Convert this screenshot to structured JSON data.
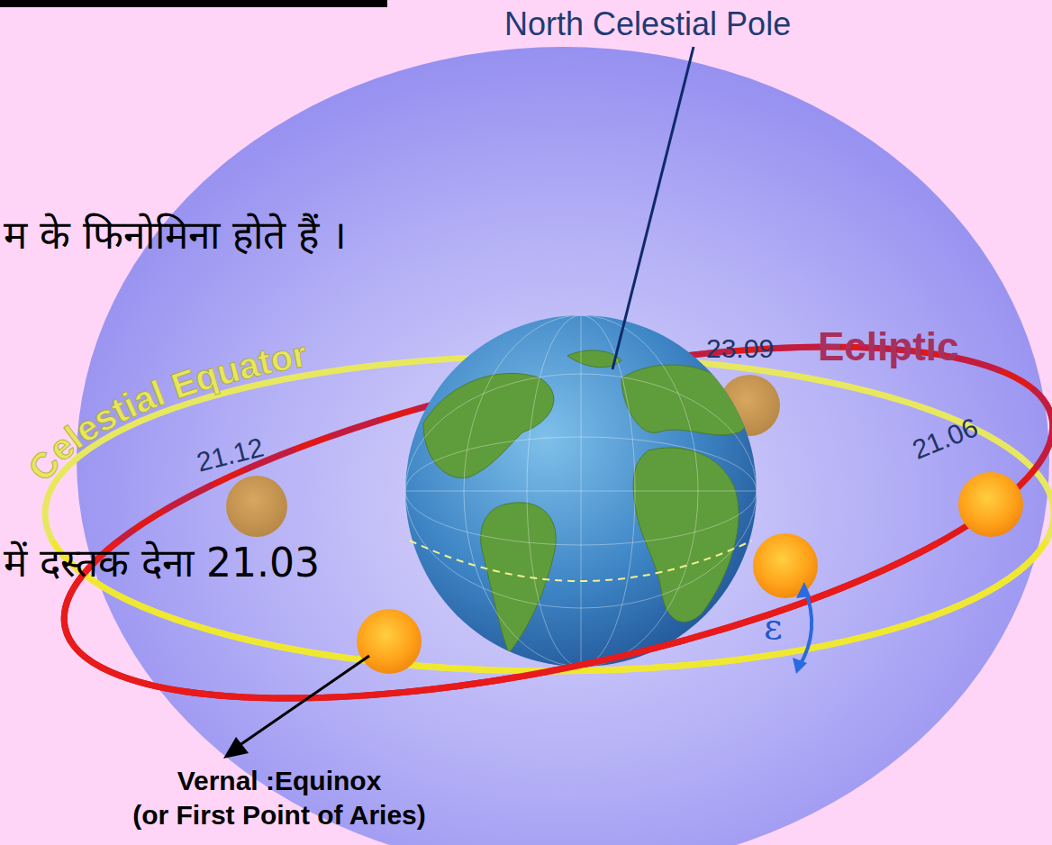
{
  "diagram": {
    "labels": [
      "North Celestial Pole",
      "म के फिनोमिना होते हैं ।",
      "Celestial Equator",
      "23.09",
      "Ecliptic",
      "21.12",
      "21.06",
      "में दस्तक देना 21.03",
      "ε",
      "Vernal :Equinox",
      "(or First Point of Aries)"
    ]
  }
}
